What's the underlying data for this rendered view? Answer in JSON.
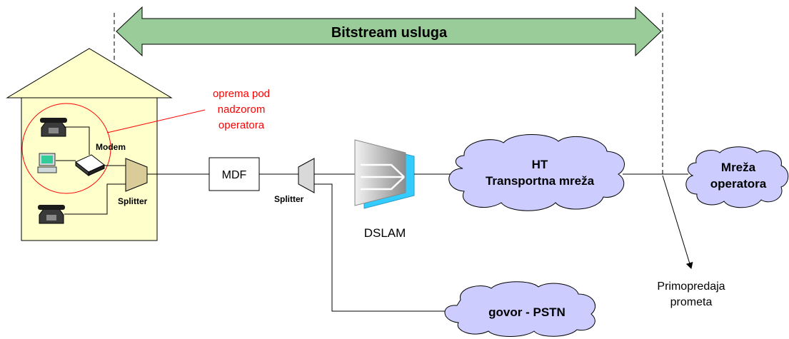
{
  "banner": {
    "label": "Bitstream usluga"
  },
  "house": {
    "operator_note": [
      "oprema pod",
      "nadzorom",
      "operatora"
    ],
    "modem_label": "Modem",
    "splitter_label": "Splitter"
  },
  "nodes": {
    "mdf_label": "MDF",
    "splitter2_label": "Splitter",
    "dslam_label": "DSLAM"
  },
  "clouds": {
    "ht": [
      "HT",
      "Transportna mreža"
    ],
    "operator": [
      "Mreža",
      "operatora"
    ],
    "pstn": "govor - PSTN"
  },
  "handover": [
    "Primopredaja",
    "prometa"
  ],
  "colors": {
    "banner_fill": "#99cc99",
    "house_fill": "#ffffcc",
    "cloud_fill": "#ccccff",
    "splitter_fill": "#d9cc99",
    "note_red": "#ff0000",
    "dslam_blue": "#33ccff"
  }
}
